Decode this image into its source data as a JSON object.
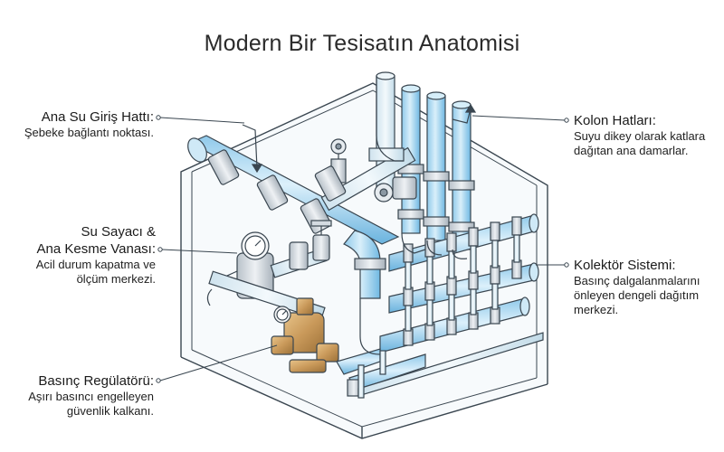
{
  "title": "Modern Bir Tesisatın Anatomisi",
  "labels": {
    "ana_su_giris": {
      "head": "Ana Su Giriş Hattı:",
      "desc1": "Şebeke bağlantı noktası."
    },
    "su_sayaci": {
      "head1": "Su Sayacı &",
      "head2": "Ana Kesme Vanası:",
      "desc1": "Acil durum kapatma ve",
      "desc2": "ölçüm merkezi."
    },
    "basinc_regulatoru": {
      "head": "Basınç Regülatörü:",
      "desc1": "Aşırı basıncı engelleyen",
      "desc2": "güvenlik kalkanı."
    },
    "kolon_hatlari": {
      "head": "Kolon Hatları:",
      "desc1": "Suyu dikey olarak katlara",
      "desc2": "dağıtan ana damarlar."
    },
    "kolektor": {
      "head": "Kolektör Sistemi:",
      "desc1": "Basınç dalgalanmalarını",
      "desc2": "önleyen dengeli dağıtım",
      "desc3": "merkezi."
    }
  },
  "colors": {
    "pipe_light": "#dff1fb",
    "pipe_mid": "#a9d8f2",
    "pipe_dark": "#5fb3e3",
    "steel": "#d9dee3",
    "brass": "#c9a064",
    "outline": "#3a4650"
  }
}
